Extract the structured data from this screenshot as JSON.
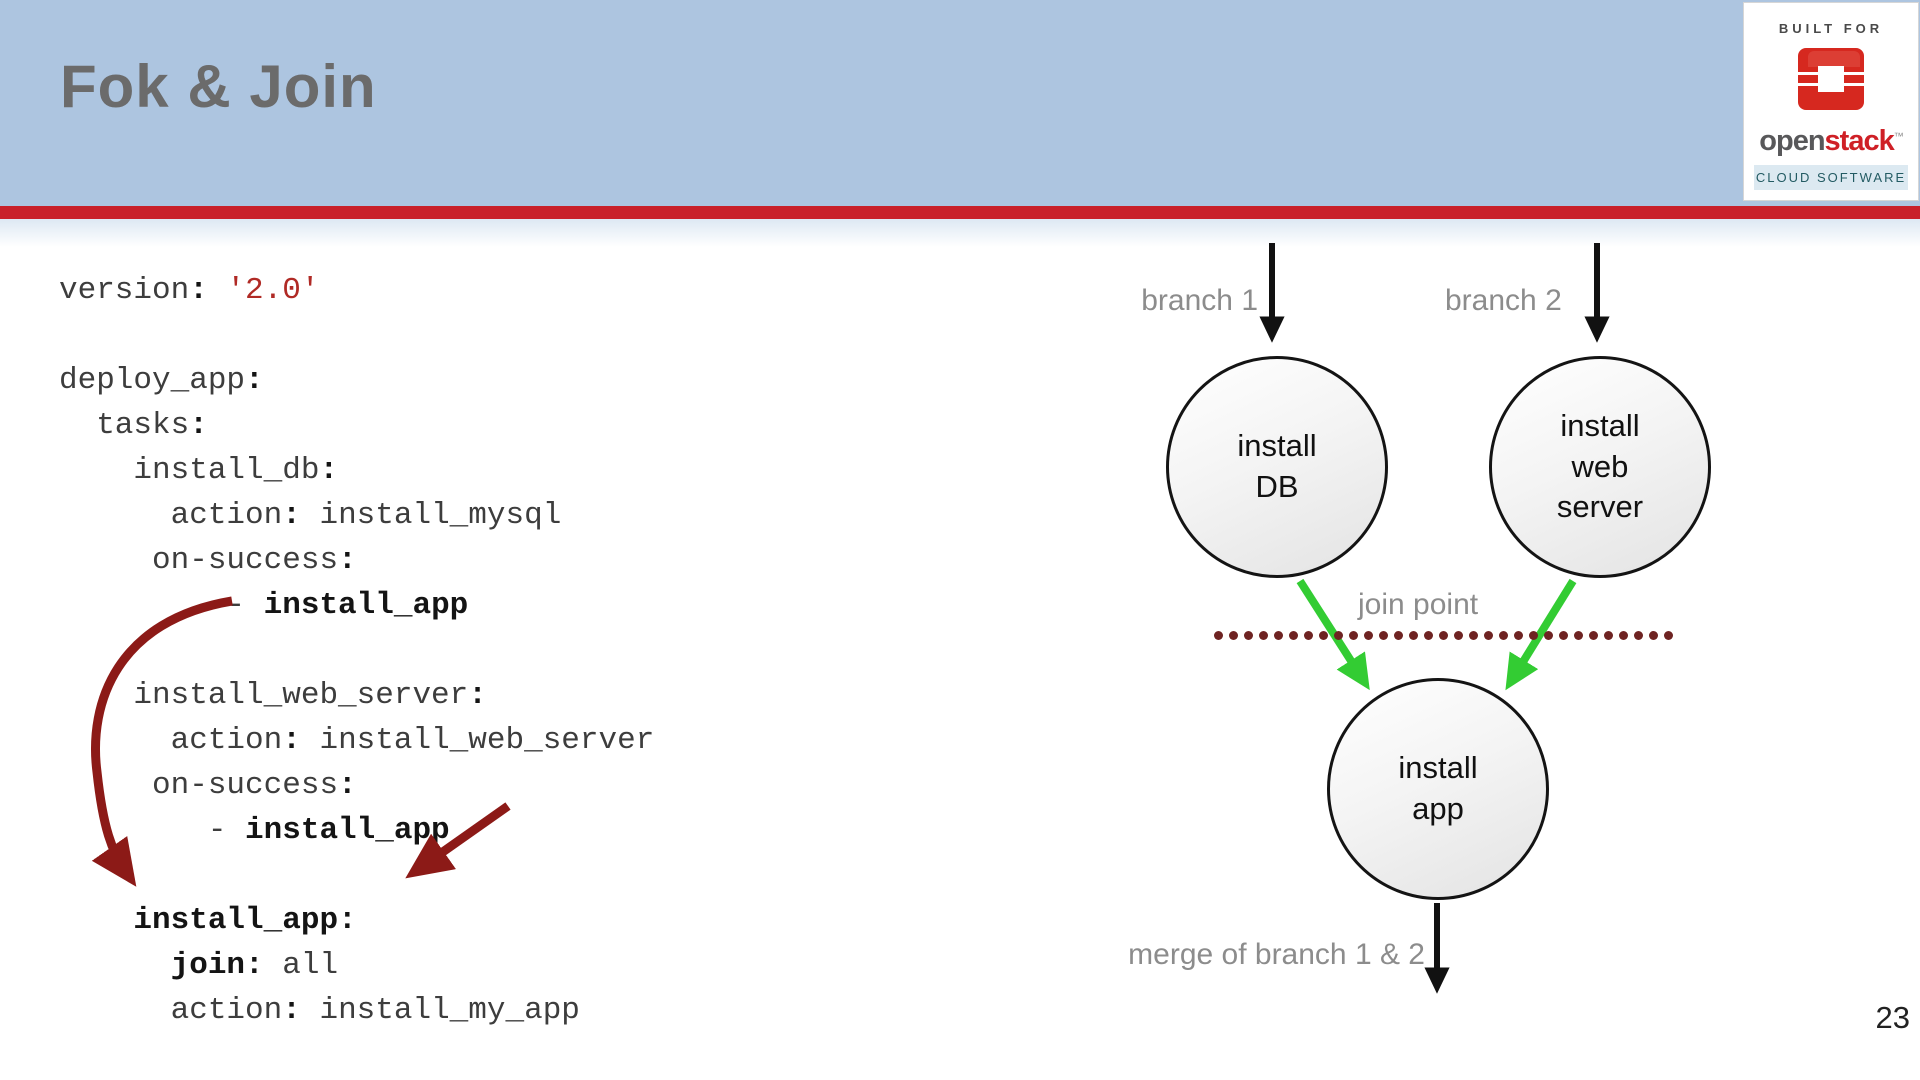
{
  "slide": {
    "title": "Fok & Join",
    "page_number": "23"
  },
  "logo": {
    "built_for": "BUILT FOR",
    "word_open": "open",
    "word_stack": "stack",
    "trademark": "™",
    "tagline": "CLOUD SOFTWARE"
  },
  "code": {
    "lines": [
      [
        {
          "t": "version",
          "s": "k"
        },
        {
          "t": ":",
          "s": "c"
        },
        {
          "t": " ",
          "s": "k"
        },
        {
          "t": "'2.0'",
          "s": "r"
        }
      ],
      [],
      [
        {
          "t": "deploy_app",
          "s": "k"
        },
        {
          "t": ":",
          "s": "c"
        }
      ],
      [
        {
          "t": "  tasks",
          "s": "k"
        },
        {
          "t": ":",
          "s": "c"
        }
      ],
      [
        {
          "t": "    install_db",
          "s": "k"
        },
        {
          "t": ":",
          "s": "c"
        }
      ],
      [
        {
          "t": "      action",
          "s": "k"
        },
        {
          "t": ":",
          "s": "c"
        },
        {
          "t": " install_mysql",
          "s": "k"
        }
      ],
      [
        {
          "t": "     on-success",
          "s": "k"
        },
        {
          "t": ":",
          "s": "c"
        }
      ],
      [
        {
          "t": "         - ",
          "s": "k"
        },
        {
          "t": "install_app",
          "s": "b"
        }
      ],
      [],
      [
        {
          "t": "    install_web_server",
          "s": "k"
        },
        {
          "t": ":",
          "s": "c"
        }
      ],
      [
        {
          "t": "      action",
          "s": "k"
        },
        {
          "t": ":",
          "s": "c"
        },
        {
          "t": " install_web_server",
          "s": "k"
        }
      ],
      [
        {
          "t": "     on-success",
          "s": "k"
        },
        {
          "t": ":",
          "s": "c"
        }
      ],
      [
        {
          "t": "        - ",
          "s": "k"
        },
        {
          "t": "install_app",
          "s": "b"
        }
      ],
      [],
      [
        {
          "t": "    ",
          "s": "k"
        },
        {
          "t": "install_app:",
          "s": "b"
        }
      ],
      [
        {
          "t": "      ",
          "s": "k"
        },
        {
          "t": "join:",
          "s": "b"
        },
        {
          "t": " all",
          "s": "k"
        }
      ],
      [
        {
          "t": "      action",
          "s": "k"
        },
        {
          "t": ":",
          "s": "c"
        },
        {
          "t": " install_my_app",
          "s": "k"
        }
      ]
    ]
  },
  "diagram": {
    "branch1_label": "branch 1",
    "branch2_label": "branch 2",
    "node_db_lines": [
      "install",
      "DB"
    ],
    "node_web_lines": [
      "install",
      "web",
      "server"
    ],
    "node_app_lines": [
      "install",
      "app"
    ],
    "join_point_label": "join point",
    "merge_label": "merge of branch 1 & 2",
    "dot_count": 31
  },
  "colors": {
    "header_blue": "#adc5e0",
    "accent_red": "#c9202a",
    "title_gray": "#6b6b6b",
    "label_gray": "#8c8c8c",
    "code_text": "#3d3d3d",
    "code_string_red": "#b02a25",
    "curved_arrow_dark_red": "#8c1a17",
    "dotted_line_maroon": "#6e2322",
    "join_arrow_green": "#33cc33",
    "black_arrow": "#111111",
    "logo_red": "#cf2026"
  }
}
